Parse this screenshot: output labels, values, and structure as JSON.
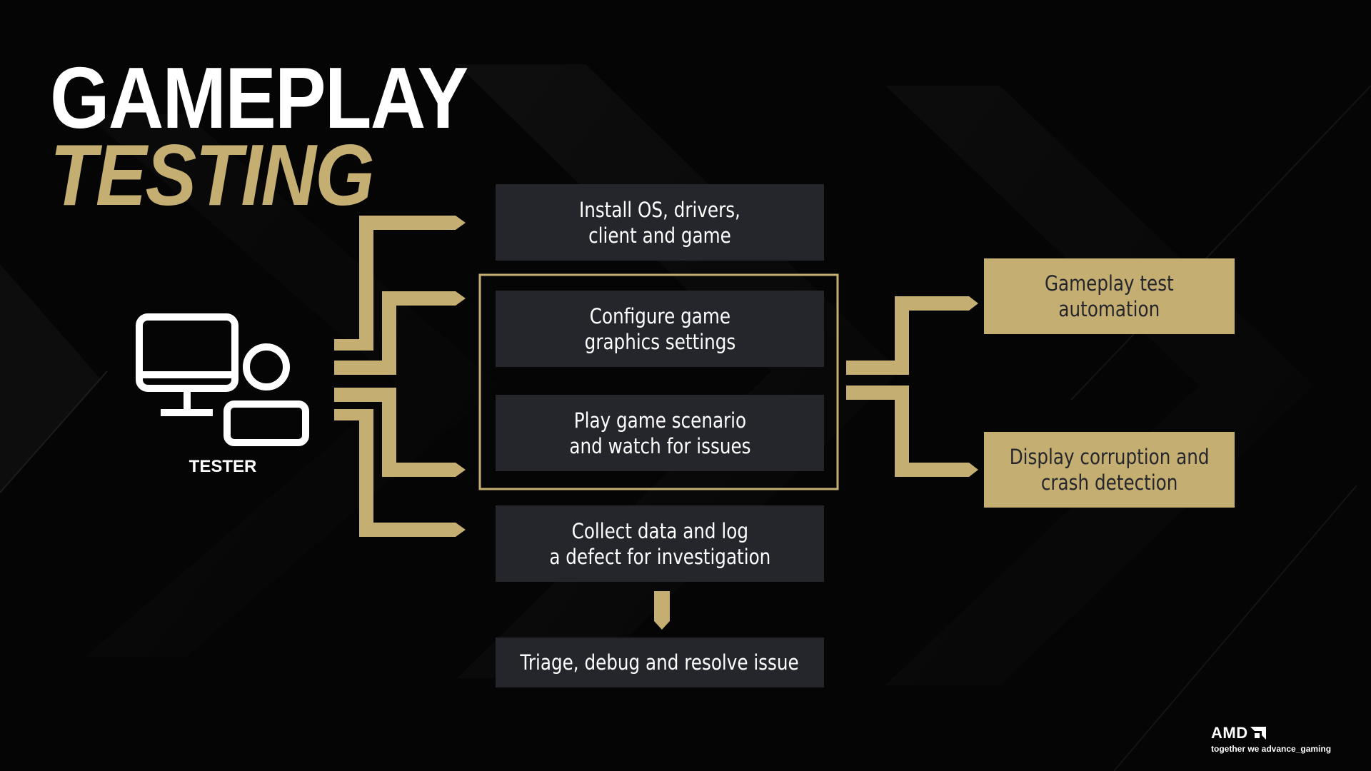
{
  "title": {
    "line1": "GAMEPLAY",
    "line2": "TESTING"
  },
  "tester": {
    "label": "TESTER",
    "icon": "computer-and-user-icon"
  },
  "steps": [
    "Install OS, drivers,\nclient and game",
    "Configure game\ngraphics settings",
    "Play game scenario\nand watch for issues",
    "Collect data and log\na defect for investigation"
  ],
  "final_step": "Triage, debug and resolve issue",
  "automation": [
    "Gameplay  test\nautomation",
    "Display corruption and\ncrash detection"
  ],
  "logo": {
    "word": "AMD",
    "tagline": "together we advance_gaming"
  },
  "colors": {
    "gold": "#c4ae72",
    "box_dark": "#24262c",
    "background": "#050505",
    "text_light": "#ffffff"
  }
}
